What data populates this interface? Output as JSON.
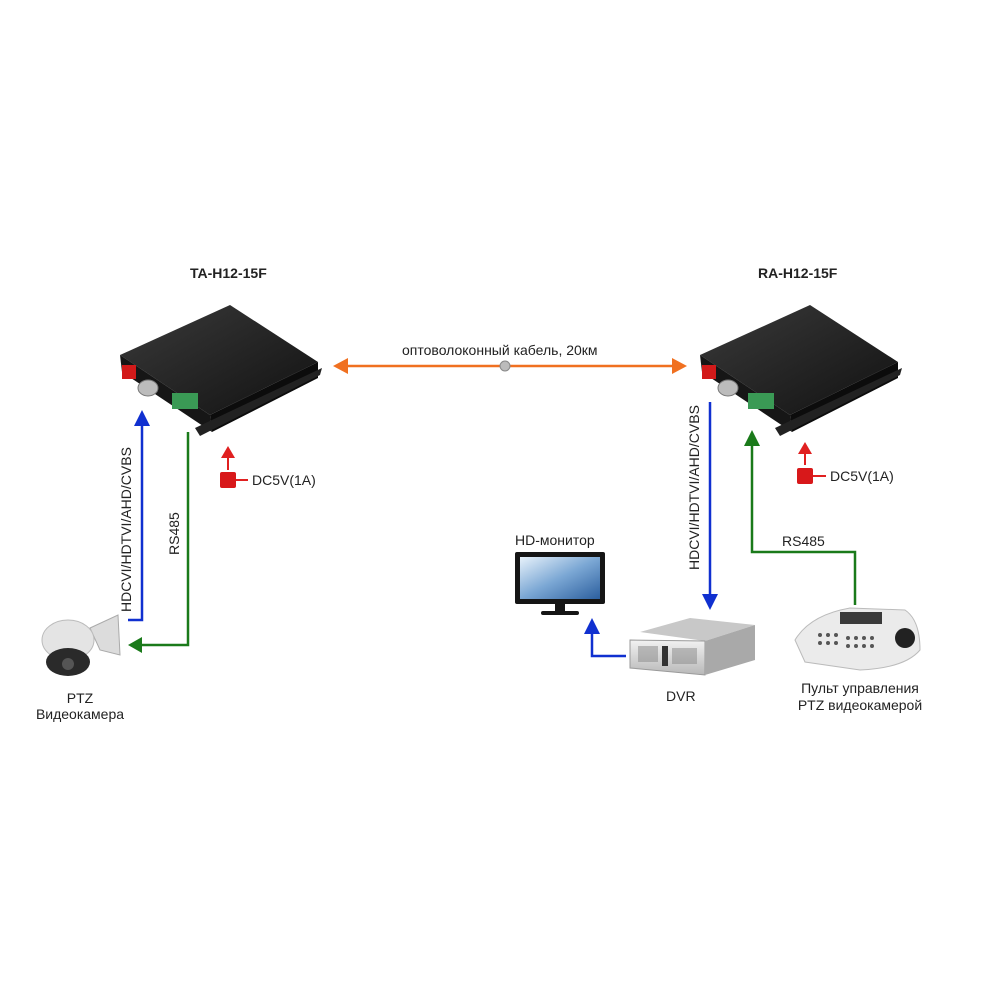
{
  "diagram": {
    "transmitter": {
      "model": "TA-H12-15F"
    },
    "receiver": {
      "model": "RA-H12-15F"
    },
    "fiber_link": {
      "label": "оптоволоконный кабель, 20км"
    },
    "left": {
      "video_signal": "HDCVI/HDTVI/AHD/CVBS",
      "control_signal": "RS485",
      "power": "DC5V(1A)",
      "camera": {
        "line1": "PTZ",
        "line2": "Видеокамера"
      }
    },
    "right": {
      "video_signal": "HDCVI/HDTVI/AHD/CVBS",
      "control_signal": "RS485",
      "power": "DC5V(1A)",
      "monitor": "HD-монитор",
      "dvr": "DVR",
      "controller": {
        "line1": "Пульт управления",
        "line2": "PTZ видеокамерой"
      }
    },
    "colors": {
      "fiber": "#f07020",
      "video": "#1030d0",
      "control": "#1a7a1a",
      "power": "#e02020"
    }
  }
}
